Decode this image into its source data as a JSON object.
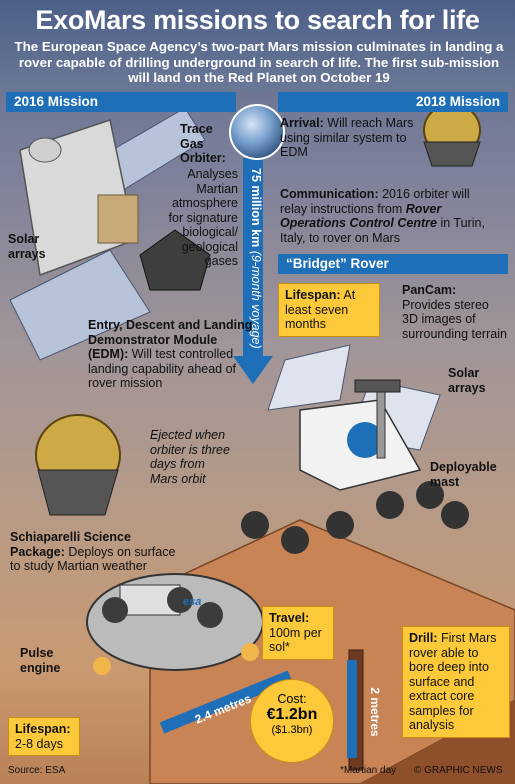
{
  "header": {
    "title": "ExoMars missions to search for life",
    "subtitle": "The European Space Agency’s two-part Mars mission culminates in landing a rover capable of drilling underground in search of life. The first sub-mission will land on the Red Planet on October 19"
  },
  "mission2016": {
    "banner": "2016 Mission",
    "tgo_title": "Trace Gas Orbiter:",
    "tgo_text": "Analyses Martian atmosphere for signature biological/ geological gases",
    "solar_arrays": "Solar arrays",
    "edm_title": "Entry, Descent and Landing Demonstrator Module (EDM):",
    "edm_text": "Will test controlled landing capability ahead of rover mission",
    "ejected": "Ejected when orbiter is three days from Mars orbit",
    "schiaparelli_title": "Schiaparelli Science Package:",
    "schiaparelli_text": "Deploys on surface to study Martian weather",
    "pulse_engine": "Pulse engine",
    "lifespan_title": "Lifespan:",
    "lifespan_text": "2-8 days"
  },
  "voyage": {
    "distance": "75 million km",
    "duration": "(9-month voyage)"
  },
  "mission2018": {
    "banner": "2018 Mission",
    "arrival_title": "Arrival:",
    "arrival_text": "Will reach Mars using similar system to EDM",
    "comm_title": "Communication:",
    "comm_text_1": "2016 orbiter will relay instructions from",
    "comm_text_bold": "Rover Operations Control Centre",
    "comm_text_2": "in Turin, Italy, to rover on Mars"
  },
  "rover": {
    "banner": "“Bridget” Rover",
    "lifespan_title": "Lifespan:",
    "lifespan_text": "At least seven months",
    "pancam_title": "PanCam:",
    "pancam_text": "Provides stereo 3D images of surrounding terrain",
    "solar_arrays": "Solar arrays",
    "mast": "Deployable mast",
    "travel_title": "Travel:",
    "travel_text": "100m per sol*",
    "drill_title": "Drill:",
    "drill_text": "First Mars rover able to bore deep into surface and extract core samples for analysis",
    "drill_depth": "2 metres"
  },
  "lander_width": "2.4 metres",
  "cost": {
    "label": "Cost:",
    "value": "€1.2bn",
    "usd": "($1.3bn)"
  },
  "esa_logo": "esa",
  "footer": {
    "source": "Source: ESA",
    "note": "*Martian day",
    "copyright": "© GRAPHIC NEWS"
  }
}
